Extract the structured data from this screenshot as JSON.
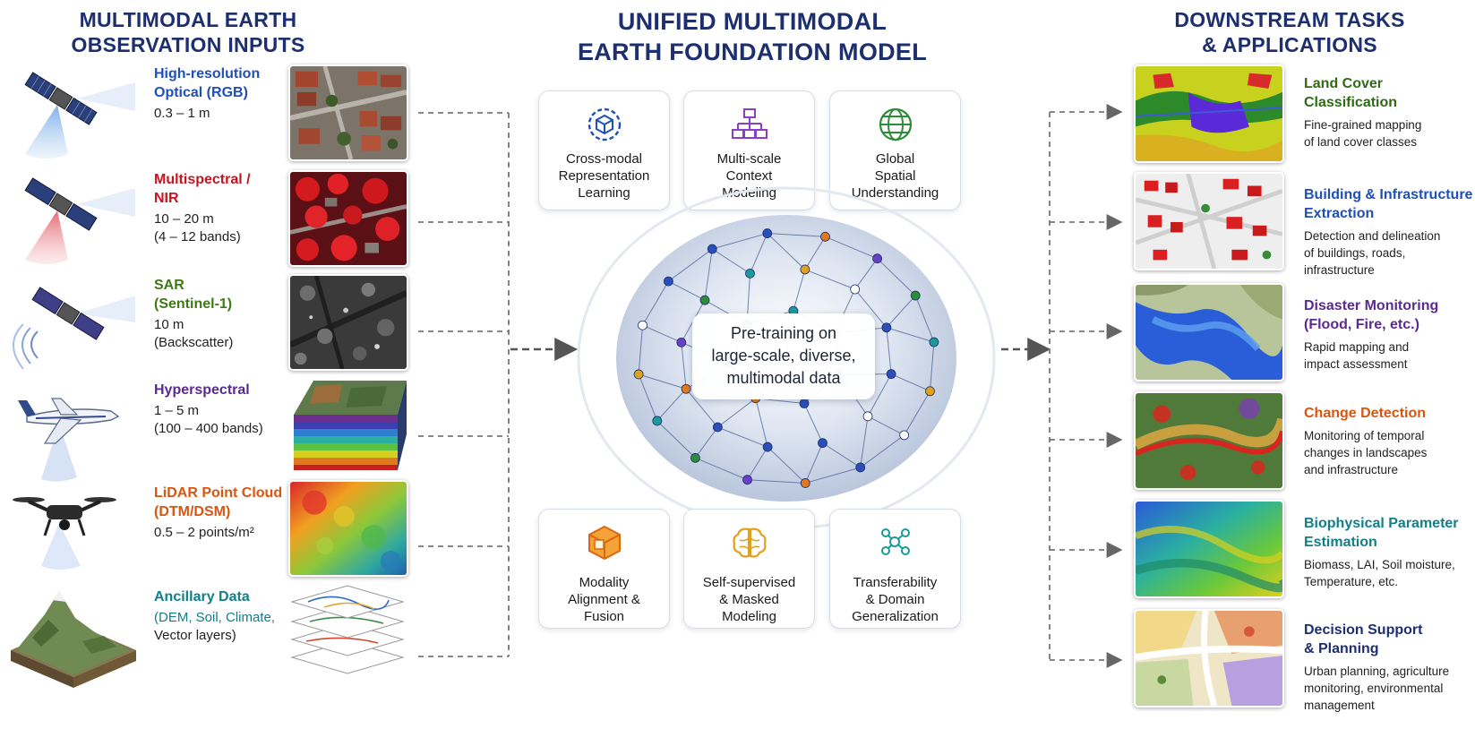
{
  "headings": {
    "left": [
      "MULTIMODAL EARTH",
      "OBSERVATION INPUTS"
    ],
    "center": [
      "UNIFIED MULTIMODAL",
      "EARTH FOUNDATION MODEL"
    ],
    "right": [
      "DOWNSTREAM TASKS",
      "& APPLICATIONS"
    ]
  },
  "inputs": [
    {
      "title_lines": [
        "High-resolution",
        "Optical (RGB)"
      ],
      "sub_lines": [
        "0.3 – 1 m"
      ],
      "color": "#1f4fb8",
      "platform": "satellite-icon"
    },
    {
      "title_lines": [
        "Multispectral /",
        "NIR"
      ],
      "sub_lines": [
        "10 – 20 m",
        "(4 – 12 bands)"
      ],
      "color": "#c8141e",
      "platform": "satellite-icon"
    },
    {
      "title_lines": [
        "SAR",
        "(Sentinel-1)"
      ],
      "sub_lines": [
        "10 m",
        "(Backscatter)"
      ],
      "color": "#3d7a12",
      "platform": "satellite-icon"
    },
    {
      "title_lines": [
        "Hyperspectral"
      ],
      "sub_lines": [
        "1 – 5 m",
        "(100 – 400 bands)"
      ],
      "color": "#5b2a8e",
      "platform": "airplane-icon"
    },
    {
      "title_lines": [
        "LiDAR Point Cloud",
        "(DTM/DSM)"
      ],
      "sub_lines": [
        "0.5 – 2 points/m²"
      ],
      "color": "#d8560f",
      "platform": "drone-icon"
    },
    {
      "title_lines": [
        "Ancillary Data"
      ],
      "sub_lines": [
        "(DEM, Soil, Climate,",
        "Vector layers)"
      ],
      "color": "#127e86",
      "platform": "terrain-icon"
    }
  ],
  "capabilities": [
    {
      "label_lines": [
        "Cross-modal",
        "Representation",
        "Learning"
      ],
      "icon": "cube-gear-icon",
      "color": "#1f4fb8"
    },
    {
      "label_lines": [
        "Multi-scale",
        "Context",
        "Modeling"
      ],
      "icon": "hierarchy-icon",
      "color": "#8a3fc7"
    },
    {
      "label_lines": [
        "Global",
        "Spatial",
        "Understanding"
      ],
      "icon": "globe-icon",
      "color": "#2e8b3a"
    },
    {
      "label_lines": [
        "Modality",
        "Alignment &",
        "Fusion"
      ],
      "icon": "layered-cube-icon",
      "color": "#e07a1c"
    },
    {
      "label_lines": [
        "Self-supervised",
        "& Masked",
        "Modeling"
      ],
      "icon": "brain-icon",
      "color": "#e0a21c"
    },
    {
      "label_lines": [
        "Transferability",
        "& Domain",
        "Generalization"
      ],
      "icon": "network-nodes-icon",
      "color": "#1a9a9a"
    }
  ],
  "core": {
    "lines": [
      "Pre-training on",
      "large-scale, diverse,",
      "multimodal data"
    ]
  },
  "outputs": [
    {
      "title_lines": [
        "Land Cover",
        "Classification"
      ],
      "desc_lines": [
        "Fine-grained mapping",
        "of land cover classes"
      ],
      "color": "#2f6a14"
    },
    {
      "title_lines": [
        "Building & Infrastructure",
        "Extraction"
      ],
      "desc_lines": [
        "Detection and delineation",
        "of buildings, roads,",
        "infrastructure"
      ],
      "color": "#1f4fb8"
    },
    {
      "title_lines": [
        "Disaster Monitoring",
        "(Flood, Fire, etc.)"
      ],
      "desc_lines": [
        "Rapid mapping and",
        "impact assessment"
      ],
      "color": "#5b2a8e"
    },
    {
      "title_lines": [
        "Change Detection"
      ],
      "desc_lines": [
        "Monitoring of temporal",
        "changes in landscapes",
        "and infrastructure"
      ],
      "color": "#d8560f"
    },
    {
      "title_lines": [
        "Biophysical Parameter",
        "Estimation"
      ],
      "desc_lines": [
        "Biomass, LAI, Soil moisture,",
        "Temperature, etc."
      ],
      "color": "#127e86"
    },
    {
      "title_lines": [
        "Decision Support",
        "& Planning"
      ],
      "desc_lines": [
        "Urban planning, agriculture",
        "monitoring, environmental",
        "management"
      ],
      "color": "#1d2f6f"
    }
  ]
}
